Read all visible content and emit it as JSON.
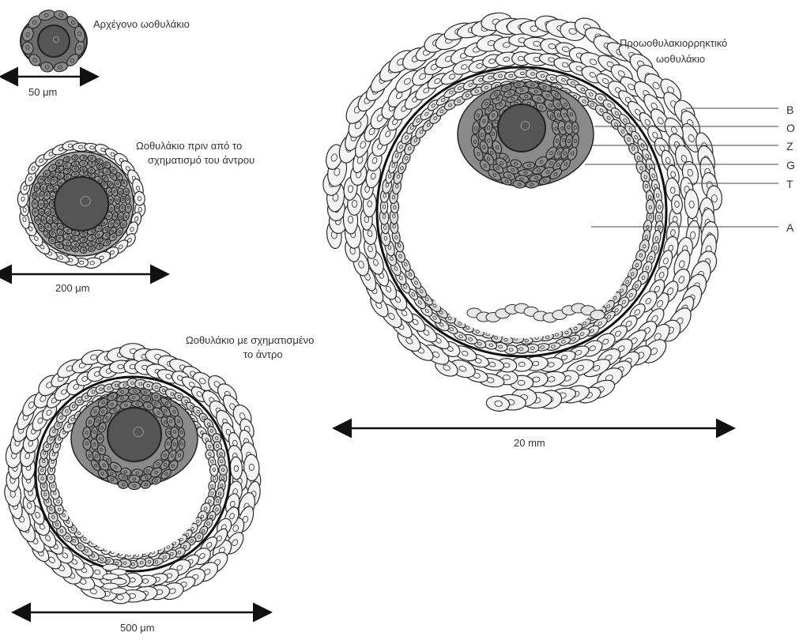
{
  "stages": [
    {
      "label": "Αρχέγονο ωοθυλάκιο",
      "scale": "50 μm"
    },
    {
      "label_line1": "Ωοθυλάκιο πριν από το",
      "label_line2": "σχηματισμό του άντρου",
      "scale": "200 μm"
    },
    {
      "label_line1": "Ωοθυλάκιο με σχηματισμένο",
      "label_line2": "το άντρο",
      "scale": "500 μm"
    },
    {
      "label_line1": "Προωοθυλακιορρηκτικό",
      "label_line2": "ωοθυλάκιο",
      "scale": "20 mm"
    }
  ],
  "parts": [
    "B",
    "O",
    "Z",
    "G",
    "T",
    "A"
  ],
  "colors": {
    "ink": "#2a2a2a",
    "cell_fill": "#f4f4f4",
    "granulosa_fill": "#a8a8a8",
    "oocyte_fill": "#555555"
  }
}
